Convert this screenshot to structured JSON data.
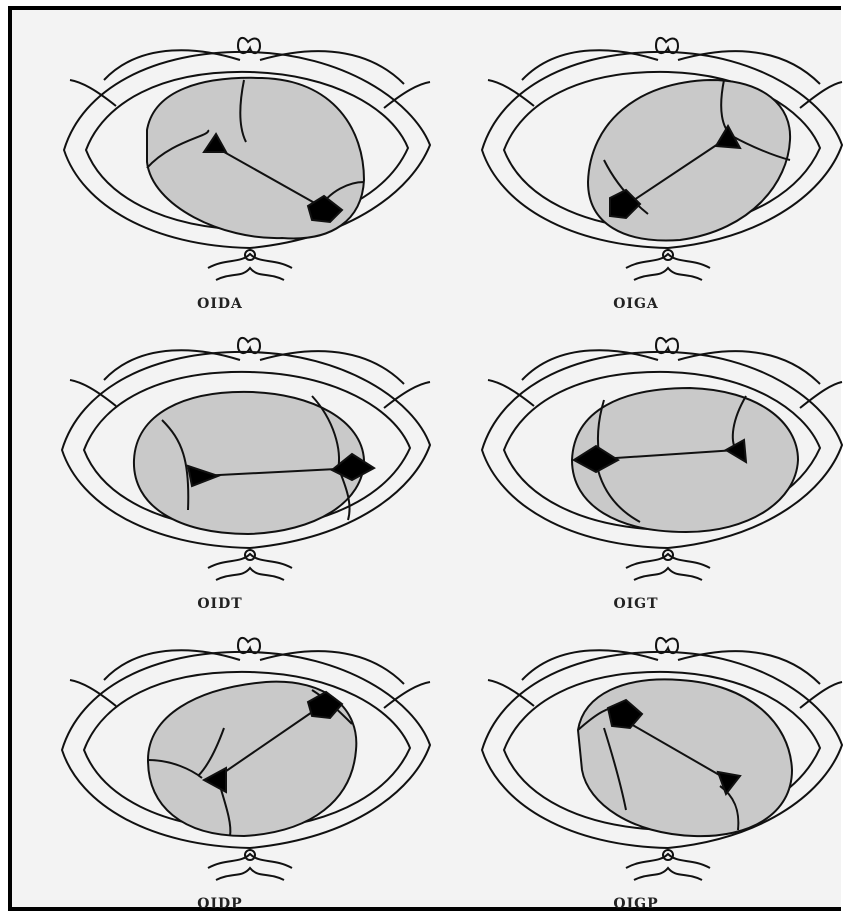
{
  "colors": {
    "background": "#f3f3f3",
    "head": "#c9c9c9",
    "lines": "#111111",
    "fontanelle": "#000000"
  },
  "positions": [
    {
      "label": "OIDA"
    },
    {
      "label": "OIGA"
    },
    {
      "label": "OIDT"
    },
    {
      "label": "OIGT"
    },
    {
      "label": "OIDP"
    },
    {
      "label": "OIGP"
    }
  ]
}
